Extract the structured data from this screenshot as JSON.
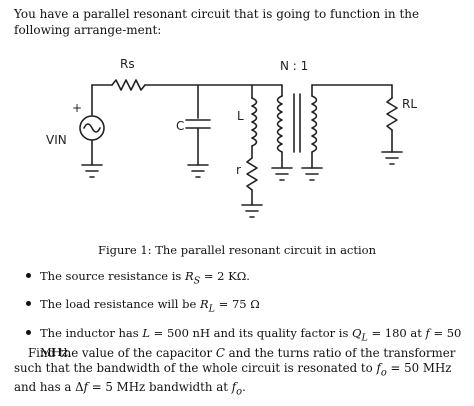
{
  "intro": "You have a parallel resonant circuit that is going to function in the following arrange-ment:",
  "figure": {
    "label_rs": "Rs",
    "label_ratio": "N : 1",
    "label_rl": "RL",
    "label_vin": "VIN",
    "label_c": "C",
    "label_l": "L",
    "label_r": "r",
    "label_plus": "+"
  },
  "caption": "Figure 1: The parallel resonant circuit in action",
  "bullets": [
    {
      "prefix": "The source resistance is ",
      "sym": "R",
      "sub": "S",
      "value": " = 2 KΩ."
    },
    {
      "prefix": "The load resistance will be ",
      "sym": "R",
      "sub": "L",
      "value": " = 75 Ω"
    },
    {
      "prefix": "The inductor has ",
      "sym": "L",
      "value": " = 500 nH and its quality factor is ",
      "sym2": "Q",
      "sub2": "L",
      "value2": " = 180 at ",
      "sym3": "f",
      "value3": " = 50 MHz."
    }
  ],
  "question": {
    "part1": "Find the value of the capacitor ",
    "c": "C",
    "part2": " and the turns ratio of the transformer such that the bandwidth of the whole circuit is resonated to ",
    "fo": "f",
    "fo_sub": "o",
    "part3": " = 50 MHz and has a Δ",
    "f": "f",
    "part4": " = 5 MHz bandwidth at ",
    "fo2": "f",
    "fo2_sub": "o",
    "part5": "."
  }
}
